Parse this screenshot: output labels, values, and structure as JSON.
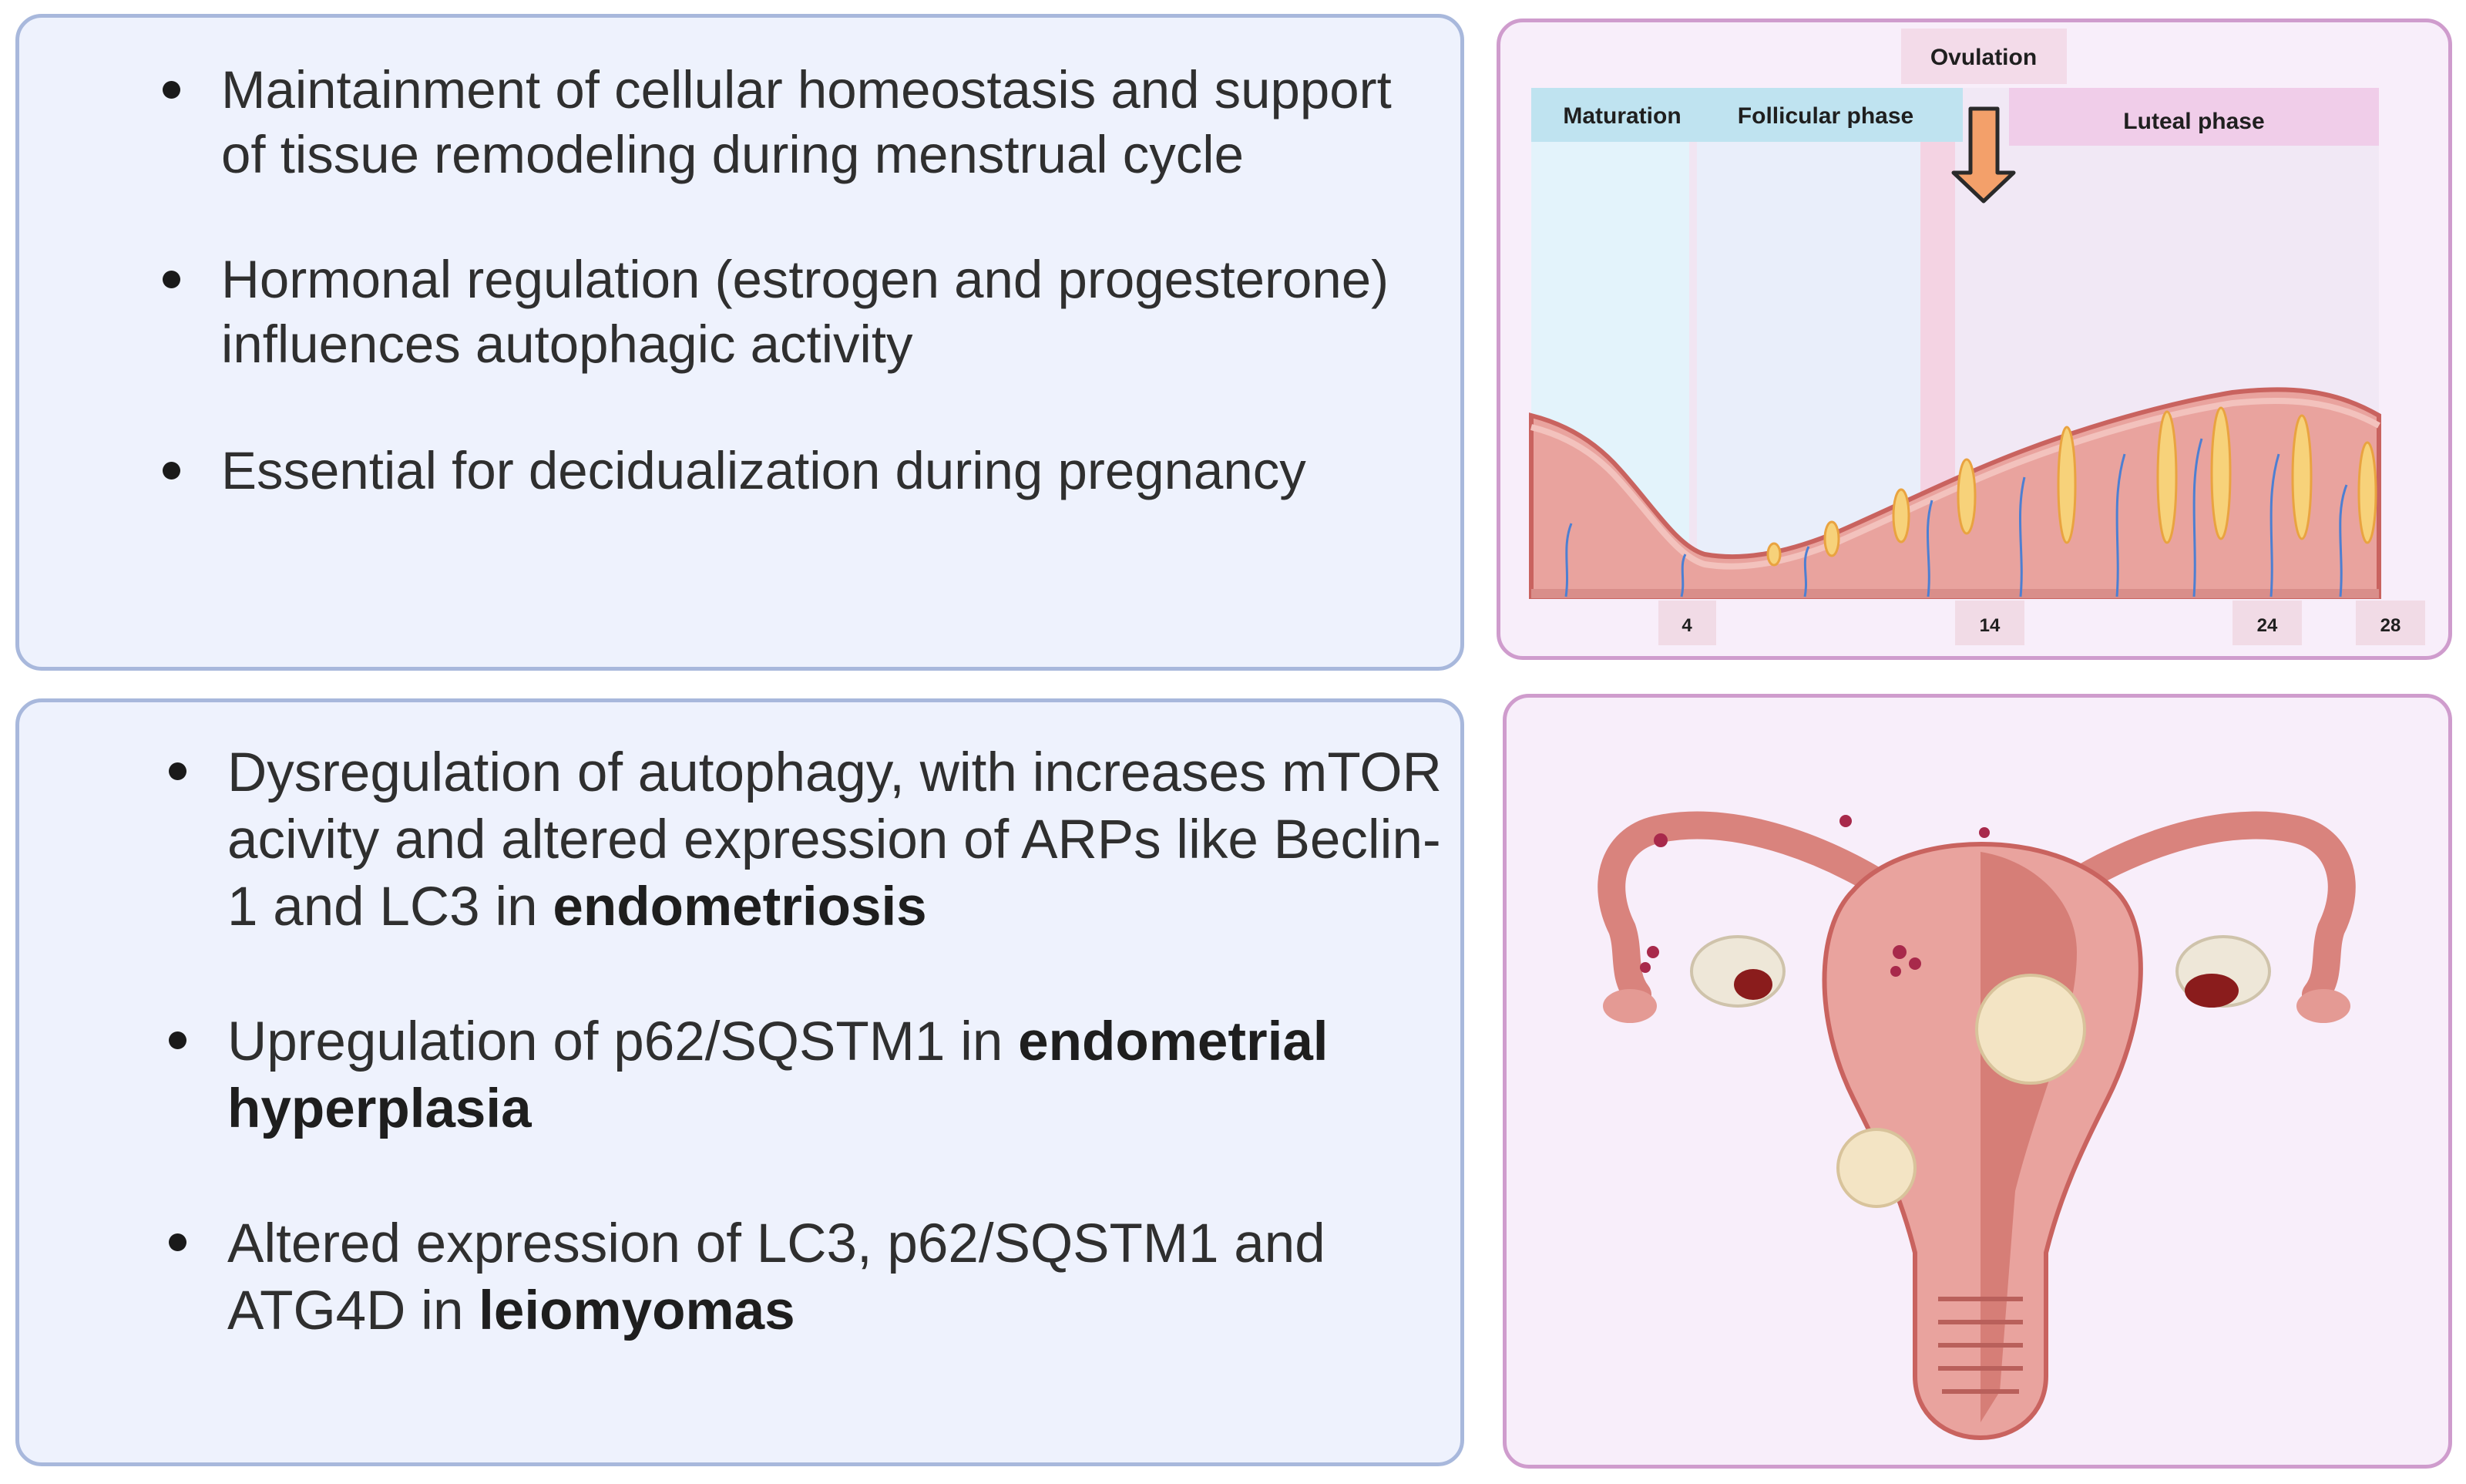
{
  "physiology": {
    "bullets": [
      {
        "text": "Maintainment of cellular homeostasis and support of tissue remodeling during menstrual cycle"
      },
      {
        "text": "Hormonal regulation (estrogen and progesterone) influences autophagic activity"
      },
      {
        "text": "Essential for decidualization during pregnancy"
      }
    ]
  },
  "pathology": {
    "bullets": [
      {
        "text": "Dysregulation of autophagy, with increases mTOR acivity and altered expression of ARPs like Beclin-1 and LC3 in ",
        "bold": "endometriosis"
      },
      {
        "text": "Upregulation of p62/SQSTM1 in ",
        "bold": "endometrial hyperplasia"
      },
      {
        "text": "Altered expression of LC3, p62/SQSTM1 and ATG4D in ",
        "bold": "leiomyomas"
      }
    ]
  },
  "cycle": {
    "ovulation_label": "Ovulation",
    "phases": {
      "maturation": "Maturation",
      "follicular": "Follicular phase",
      "luteal": "Luteal phase"
    },
    "day_ticks": [
      "4",
      "14",
      "24",
      "28"
    ],
    "colors": {
      "follicular_band": "#bfe3f0",
      "luteal_band": "#f0cde9",
      "ovulation_band": "#f3dbe9",
      "arrow": "#f3a06a",
      "tissue": "#e9a39e"
    }
  },
  "uterus": {
    "icon": "uterus-illustration"
  }
}
